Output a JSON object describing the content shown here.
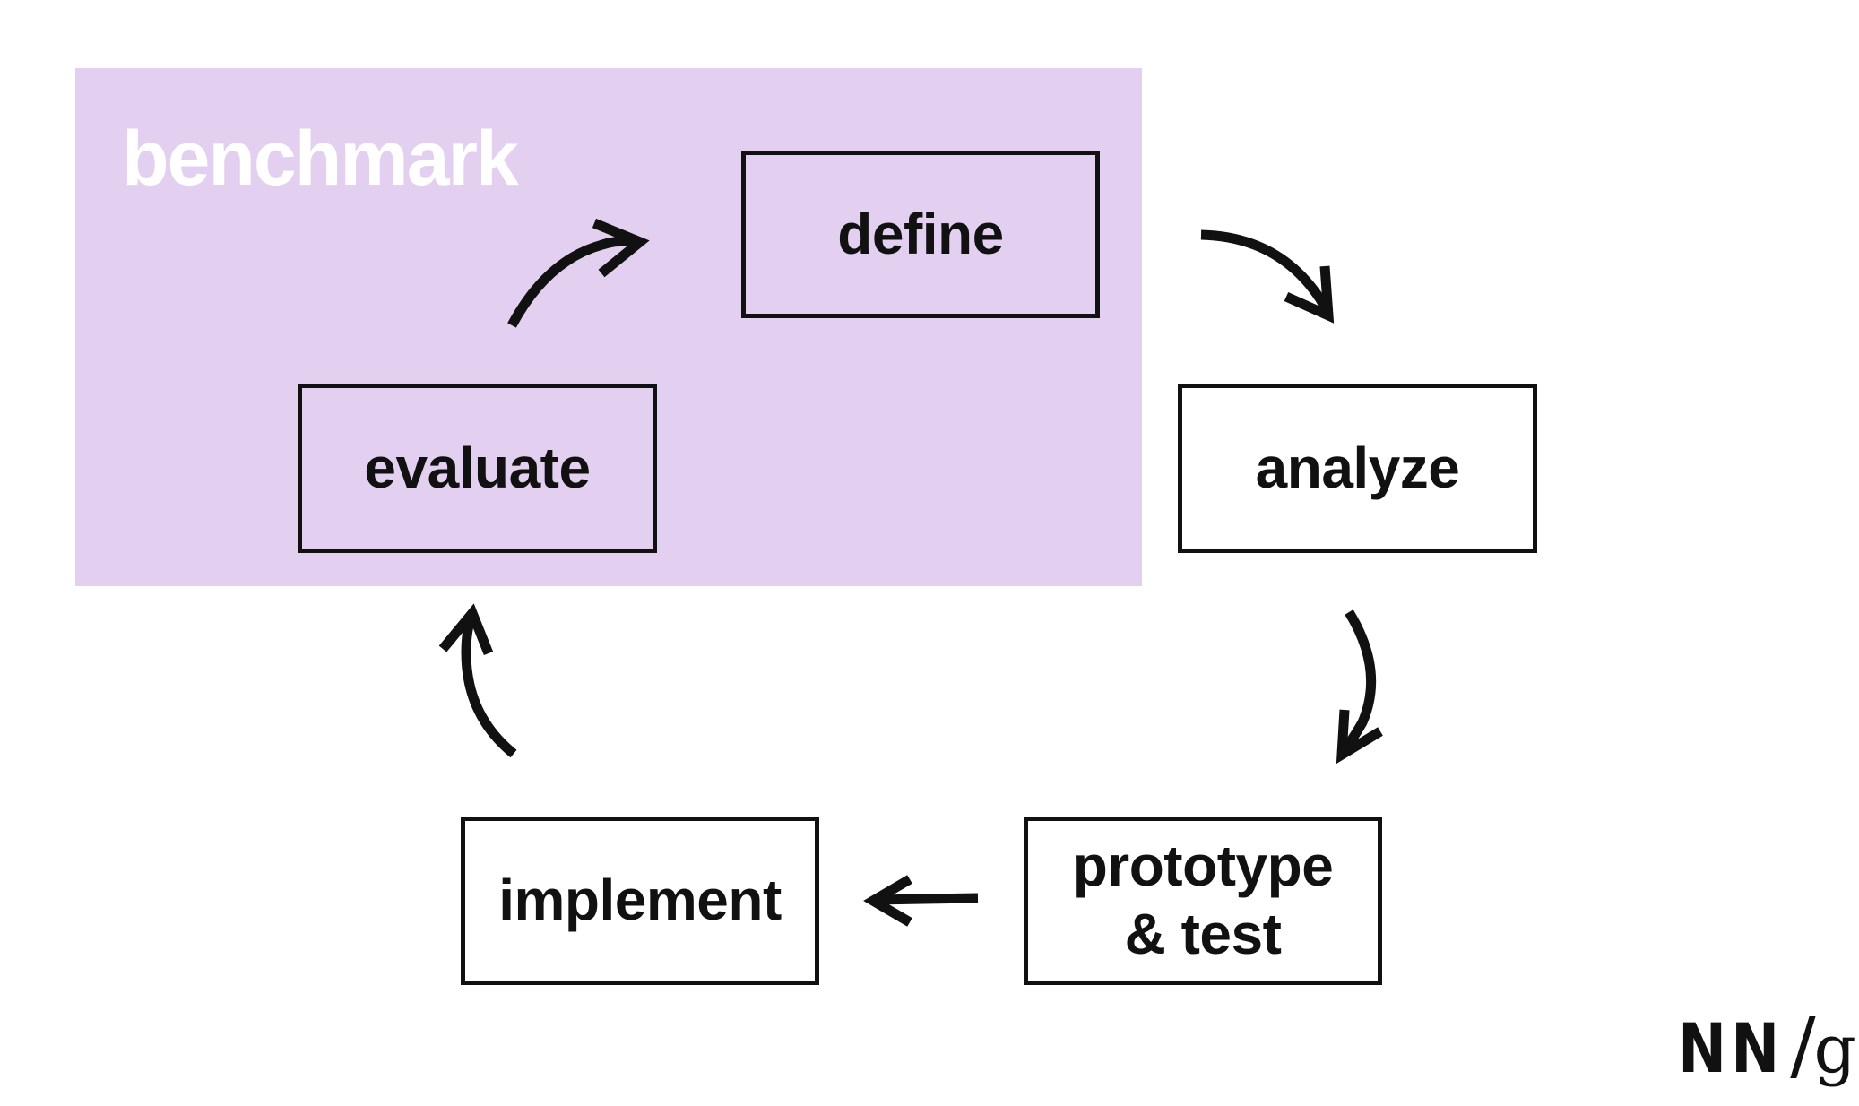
{
  "region": {
    "label": "benchmark",
    "color": "#e3cff0"
  },
  "steps": {
    "define": "define",
    "analyze": "analyze",
    "prototype_line1": "prototype",
    "prototype_line2": "& test",
    "implement": "implement",
    "evaluate": "evaluate"
  },
  "logo": {
    "nn": "NN",
    "slash": "/",
    "g": "g"
  },
  "colors": {
    "stroke": "#111111",
    "background": "#ffffff"
  }
}
